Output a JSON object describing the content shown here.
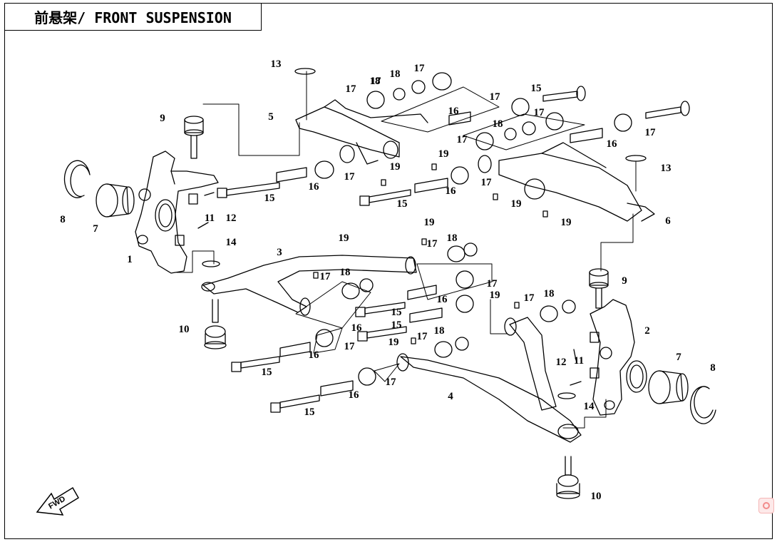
{
  "title": "前悬架/ FRONT SUSPENSION",
  "fwd_label": "FWD",
  "callouts": [
    {
      "n": "1"
    },
    {
      "n": "2"
    },
    {
      "n": "3"
    },
    {
      "n": "4"
    },
    {
      "n": "5"
    },
    {
      "n": "6"
    },
    {
      "n": "7"
    },
    {
      "n": "7"
    },
    {
      "n": "8"
    },
    {
      "n": "8"
    },
    {
      "n": "9"
    },
    {
      "n": "9"
    },
    {
      "n": "10"
    },
    {
      "n": "10"
    },
    {
      "n": "11"
    },
    {
      "n": "11"
    },
    {
      "n": "12"
    },
    {
      "n": "12"
    },
    {
      "n": "13"
    },
    {
      "n": "13"
    },
    {
      "n": "14"
    },
    {
      "n": "14"
    },
    {
      "n": "15"
    },
    {
      "n": "15"
    },
    {
      "n": "15"
    },
    {
      "n": "15"
    },
    {
      "n": "15"
    },
    {
      "n": "15"
    },
    {
      "n": "15"
    },
    {
      "n": "16"
    },
    {
      "n": "16"
    },
    {
      "n": "16"
    },
    {
      "n": "16"
    },
    {
      "n": "16"
    },
    {
      "n": "16"
    },
    {
      "n": "16"
    },
    {
      "n": "16"
    },
    {
      "n": "17"
    },
    {
      "n": "17"
    },
    {
      "n": "17"
    },
    {
      "n": "17"
    },
    {
      "n": "17"
    },
    {
      "n": "17"
    },
    {
      "n": "17"
    },
    {
      "n": "17"
    },
    {
      "n": "17"
    },
    {
      "n": "17"
    },
    {
      "n": "17"
    },
    {
      "n": "17"
    },
    {
      "n": "17"
    },
    {
      "n": "17"
    },
    {
      "n": "17"
    },
    {
      "n": "17"
    },
    {
      "n": "18"
    },
    {
      "n": "18"
    },
    {
      "n": "18"
    },
    {
      "n": "18"
    },
    {
      "n": "18"
    },
    {
      "n": "18"
    },
    {
      "n": "18"
    },
    {
      "n": "19"
    },
    {
      "n": "19"
    },
    {
      "n": "19"
    },
    {
      "n": "19"
    },
    {
      "n": "19"
    },
    {
      "n": "19"
    },
    {
      "n": "19"
    },
    {
      "n": "19"
    }
  ]
}
